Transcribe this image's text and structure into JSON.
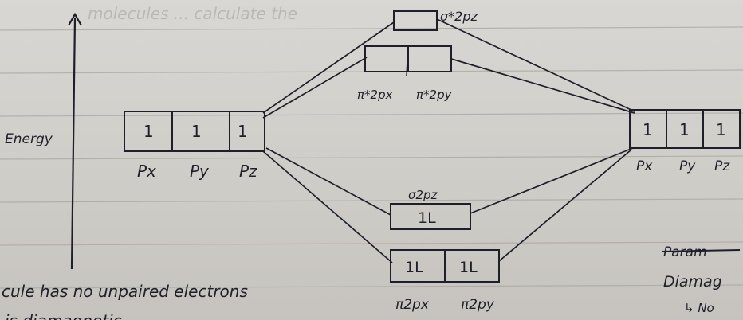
{
  "axis": {
    "label": "Energy"
  },
  "atomic_orbitals": {
    "left": {
      "electrons": [
        "1",
        "1",
        "1"
      ],
      "labels": [
        "Px",
        "Py",
        "Pz"
      ]
    },
    "right": {
      "electrons": [
        "1",
        "1",
        "1"
      ],
      "labels": [
        "Px",
        "Py",
        "Pz"
      ]
    }
  },
  "molecular_orbitals": {
    "sigma_star_2pz": {
      "label": "σ*2pz",
      "electrons": ""
    },
    "pi_star_2p": {
      "labels": [
        "π*2px",
        "π*2py"
      ],
      "electrons": [
        "",
        ""
      ]
    },
    "sigma_2pz": {
      "label": "σ2pz",
      "electrons": "1L"
    },
    "pi_2p": {
      "labels": [
        "π2px",
        "π2py"
      ],
      "electrons": [
        "1L",
        "1L"
      ]
    }
  },
  "notes": {
    "bottom_left": "cule has no unpaired electrons",
    "bottom_left_partial": "is diamagnetic",
    "top_faint": "molecules ... calculate the",
    "right_struck": "Param",
    "right_word": "Diamag",
    "right_arrow": "↳ No"
  },
  "colors": {
    "ink": "#1f1f2a",
    "paper": "#d4d2ce",
    "rule_line": "#a9a6a3"
  }
}
